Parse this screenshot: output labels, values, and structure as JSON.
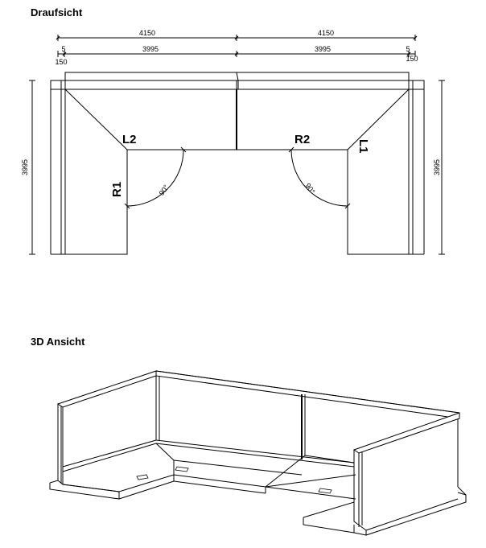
{
  "titles": {
    "plan": "Draufsicht",
    "view3d": "3D Ansicht"
  },
  "dimensions": {
    "total_left": "4150",
    "total_right": "4150",
    "inner_left": "3995",
    "inner_right": "3995",
    "small_left_top": "5",
    "small_right_top": "5",
    "small_left_bottom": "150",
    "small_right_bottom": "150",
    "height_left": "3995",
    "height_right": "3995"
  },
  "labels": {
    "l2": "L2",
    "r2": "R2",
    "r1": "R1",
    "l1": "L1",
    "angle_left": "90°",
    "angle_right": "90°"
  },
  "colors": {
    "line": "#000000",
    "background": "#ffffff"
  }
}
